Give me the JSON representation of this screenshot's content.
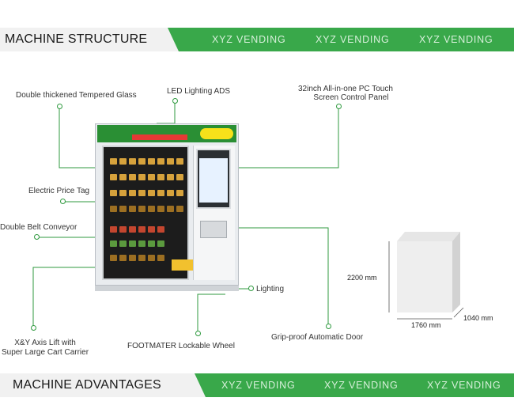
{
  "top_banner": {
    "title": "MACHINE STRUCTURE",
    "brands": [
      "XYZ VENDING",
      "XYZ VENDING",
      "XYZ VENDING"
    ]
  },
  "bottom_banner": {
    "title": "MACHINE ADVANTAGES",
    "brands": [
      "XYZ VENDING",
      "XYZ VENDING",
      "XYZ VENDING"
    ]
  },
  "labels": {
    "glass": "Double thickened Tempered Glass",
    "led": "LED Lighting ADS",
    "screen_line1": "32inch All-in-one PC Touch",
    "screen_line2": "Screen Control Panel",
    "price_tag": "Electric Price Tag",
    "belt": "Double Belt Conveyor",
    "lighting": "Lighting",
    "xy_line1": "X&Y Axis Lift with",
    "xy_line2": "Super Large Cart Carrier",
    "wheel": "FOOTMATER Lockable Wheel",
    "door": "Grip-proof Automatic Door"
  },
  "dimensions": {
    "height": "2200 mm",
    "width": "1760 mm",
    "depth": "1040 mm"
  },
  "colors": {
    "accent": "#39a84a",
    "banner_grey": "#f1f1f1",
    "leader": "#2f9a3f"
  }
}
